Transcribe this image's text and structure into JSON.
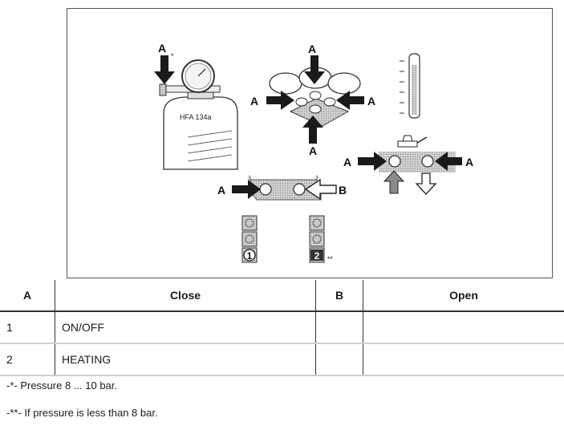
{
  "figure": {
    "callout_a": "A",
    "callout_b": "B",
    "cylinder_label": "HFA 134a",
    "cylinder_note": "*",
    "valve_block_1": "1",
    "valve_block_2": "2",
    "valve_block_2_note": "**",
    "fitting_marks": [
      "3",
      "3"
    ]
  },
  "table": {
    "headers": [
      "A",
      "Close",
      "B",
      "Open"
    ],
    "rows": [
      {
        "num": "1",
        "close": "ON/OFF",
        "b": "",
        "open": ""
      },
      {
        "num": "2",
        "close": "HEATING",
        "b": "",
        "open": ""
      }
    ]
  },
  "notes": [
    "-*- Pressure 8 ... 10 bar.",
    "-**- If pressure is less than 8 bar."
  ]
}
